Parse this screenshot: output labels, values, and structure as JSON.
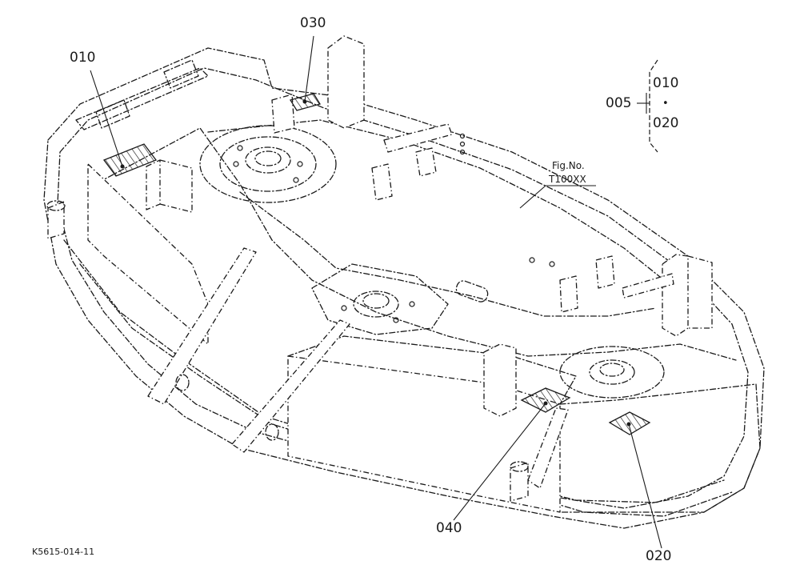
{
  "callouts": {
    "c010": "010",
    "c030": "030",
    "c040": "040",
    "c020": "020"
  },
  "assembly": {
    "code": "005",
    "range_start": "010",
    "range_sep": "•",
    "range_end": "020"
  },
  "figure_ref": {
    "line1": "Fig.No.",
    "line2": "T100XX"
  },
  "drawing_id": "K5615-014-11"
}
